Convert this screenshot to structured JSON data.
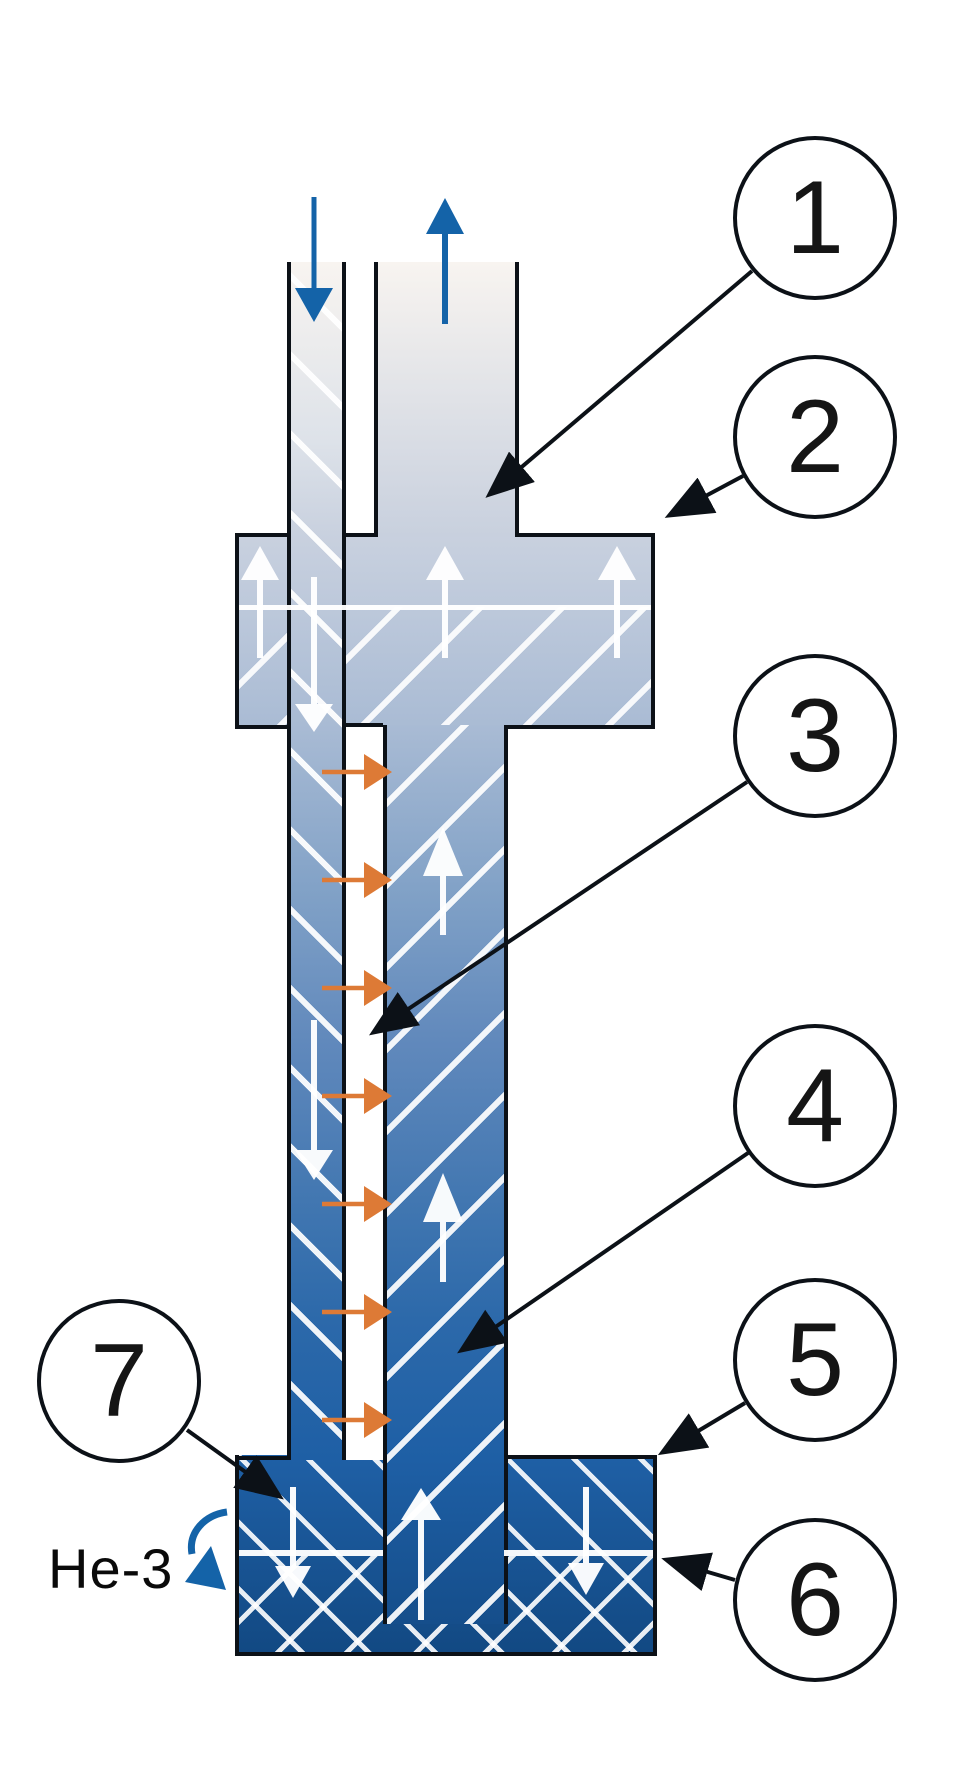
{
  "diagram": {
    "callouts": [
      {
        "label": "1"
      },
      {
        "label": "2"
      },
      {
        "label": "3"
      },
      {
        "label": "4"
      },
      {
        "label": "5"
      },
      {
        "label": "6"
      },
      {
        "label": "7"
      }
    ],
    "labels": {
      "he3": "He-3"
    },
    "colors": {
      "flow_blue": "#1463a8",
      "heat_orange": "#dd7a36",
      "structure_light": "#f8f4f0",
      "structure_dark": "#124983",
      "outline_black": "#0c1117"
    }
  }
}
